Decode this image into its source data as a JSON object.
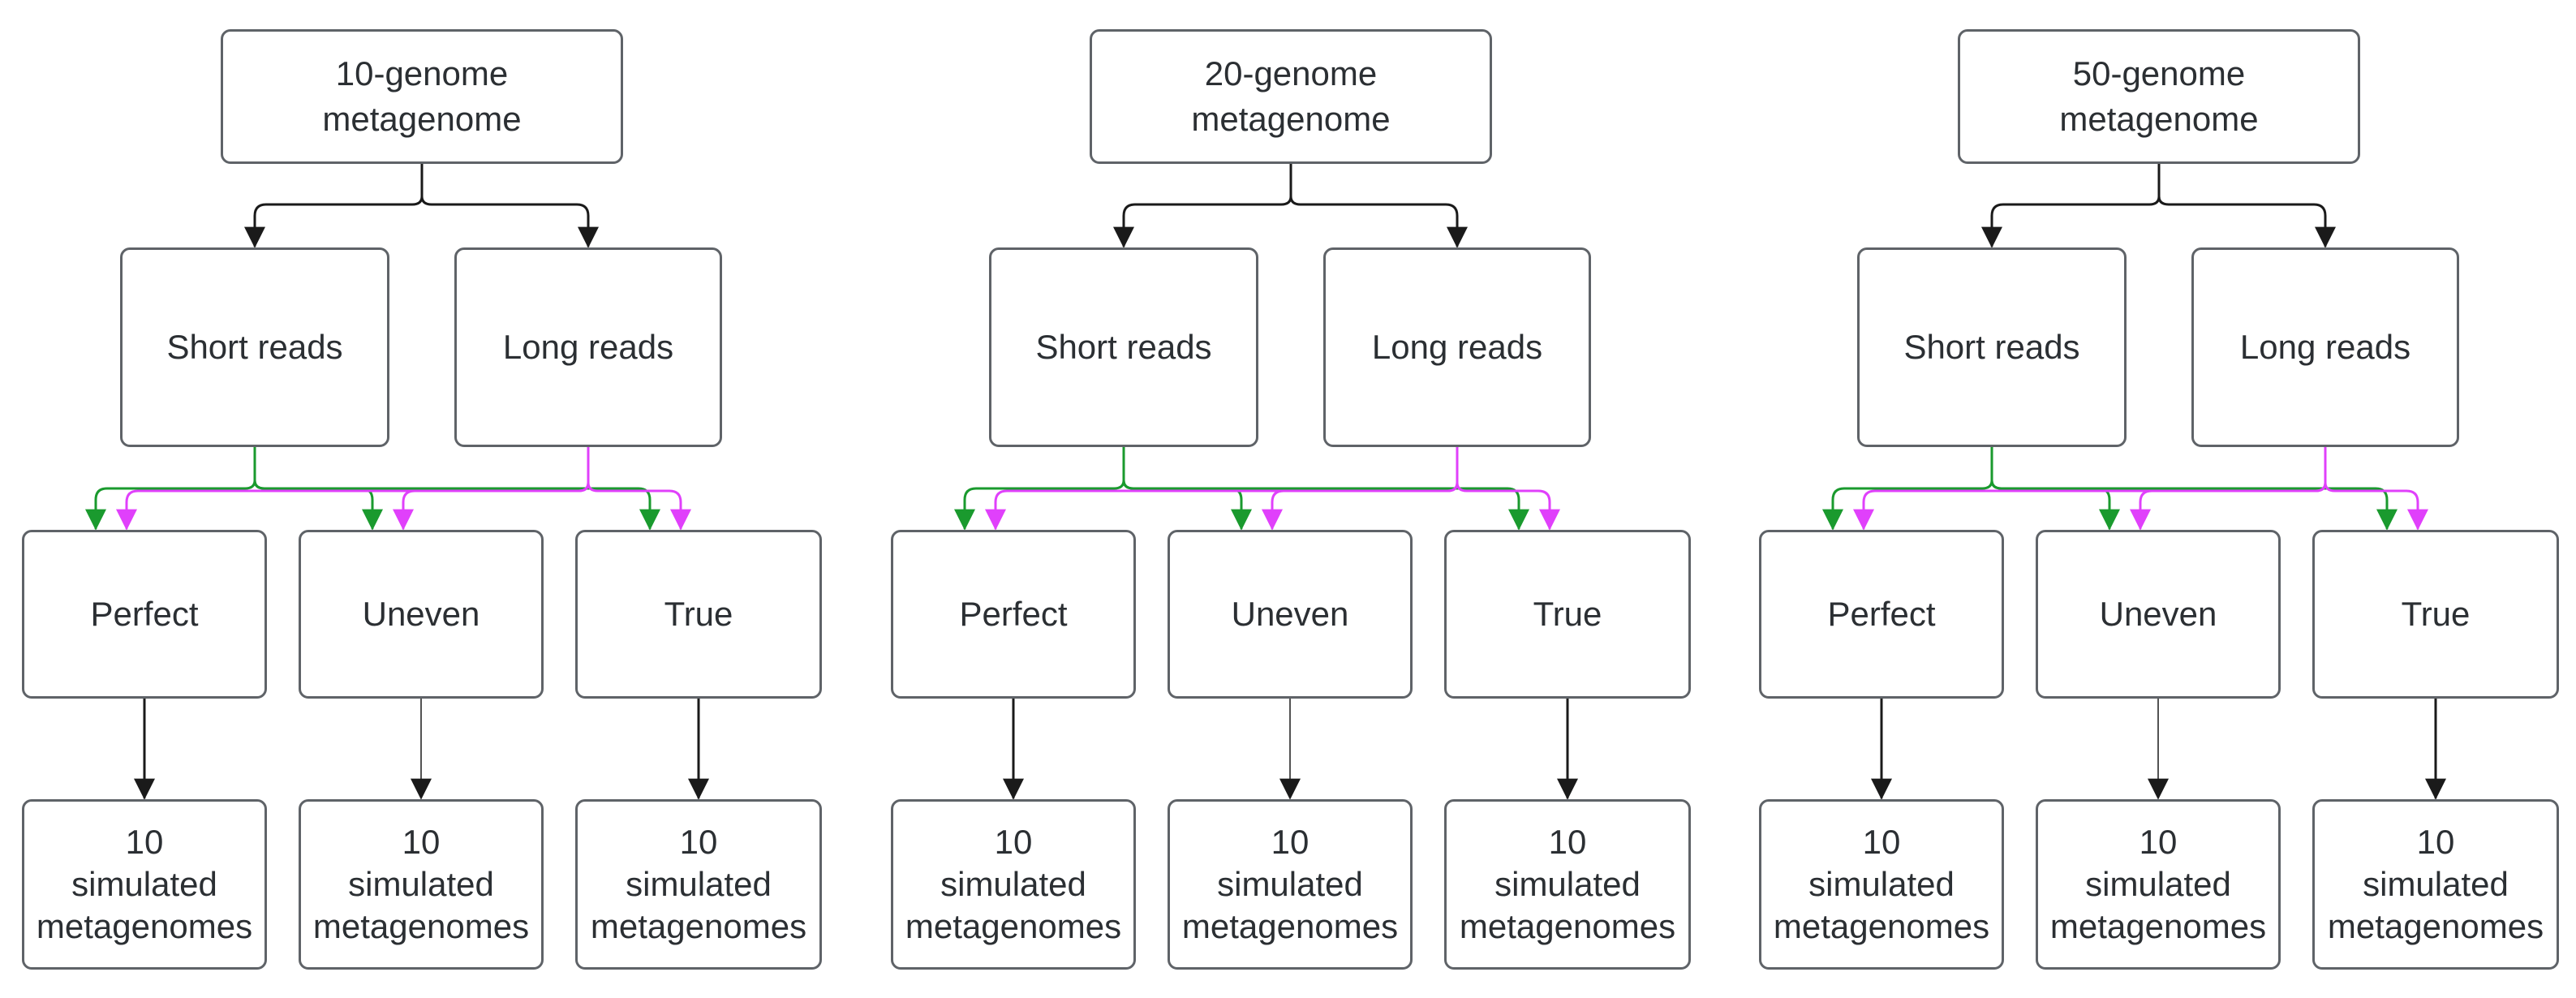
{
  "colors": {
    "box_border": "#5f6368",
    "connector": "#1a1a1a",
    "short_read_arrow": "#1a9a2e",
    "long_read_arrow": "#e040fb"
  },
  "groups": [
    {
      "top": "10-genome\nmetagenome",
      "reads": [
        "Short reads",
        "Long reads"
      ],
      "dists": [
        "Perfect",
        "Uneven",
        "True"
      ],
      "sims": [
        "10\nsimulated\nmetagenomes",
        "10\nsimulated\nmetagenomes",
        "10\nsimulated\nmetagenomes"
      ]
    },
    {
      "top": "20-genome\nmetagenome",
      "reads": [
        "Short reads",
        "Long reads"
      ],
      "dists": [
        "Perfect",
        "Uneven",
        "True"
      ],
      "sims": [
        "10\nsimulated\nmetagenomes",
        "10\nsimulated\nmetagenomes",
        "10\nsimulated\nmetagenomes"
      ]
    },
    {
      "top": "50-genome\nmetagenome",
      "reads": [
        "Short reads",
        "Long reads"
      ],
      "dists": [
        "Perfect",
        "Uneven",
        "True"
      ],
      "sims": [
        "10\nsimulated\nmetagenomes",
        "10\nsimulated\nmetagenomes",
        "10\nsimulated\nmetagenomes"
      ]
    }
  ]
}
